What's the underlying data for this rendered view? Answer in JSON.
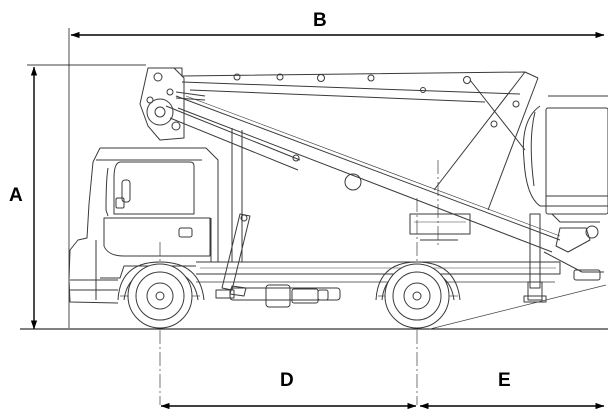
{
  "dimensions": {
    "a": "A",
    "b": "B",
    "d": "D",
    "e": "E"
  },
  "colors": {
    "line": "#3a3a3a",
    "dimension": "#000000",
    "centerline": "#555555",
    "background": "#ffffff"
  }
}
